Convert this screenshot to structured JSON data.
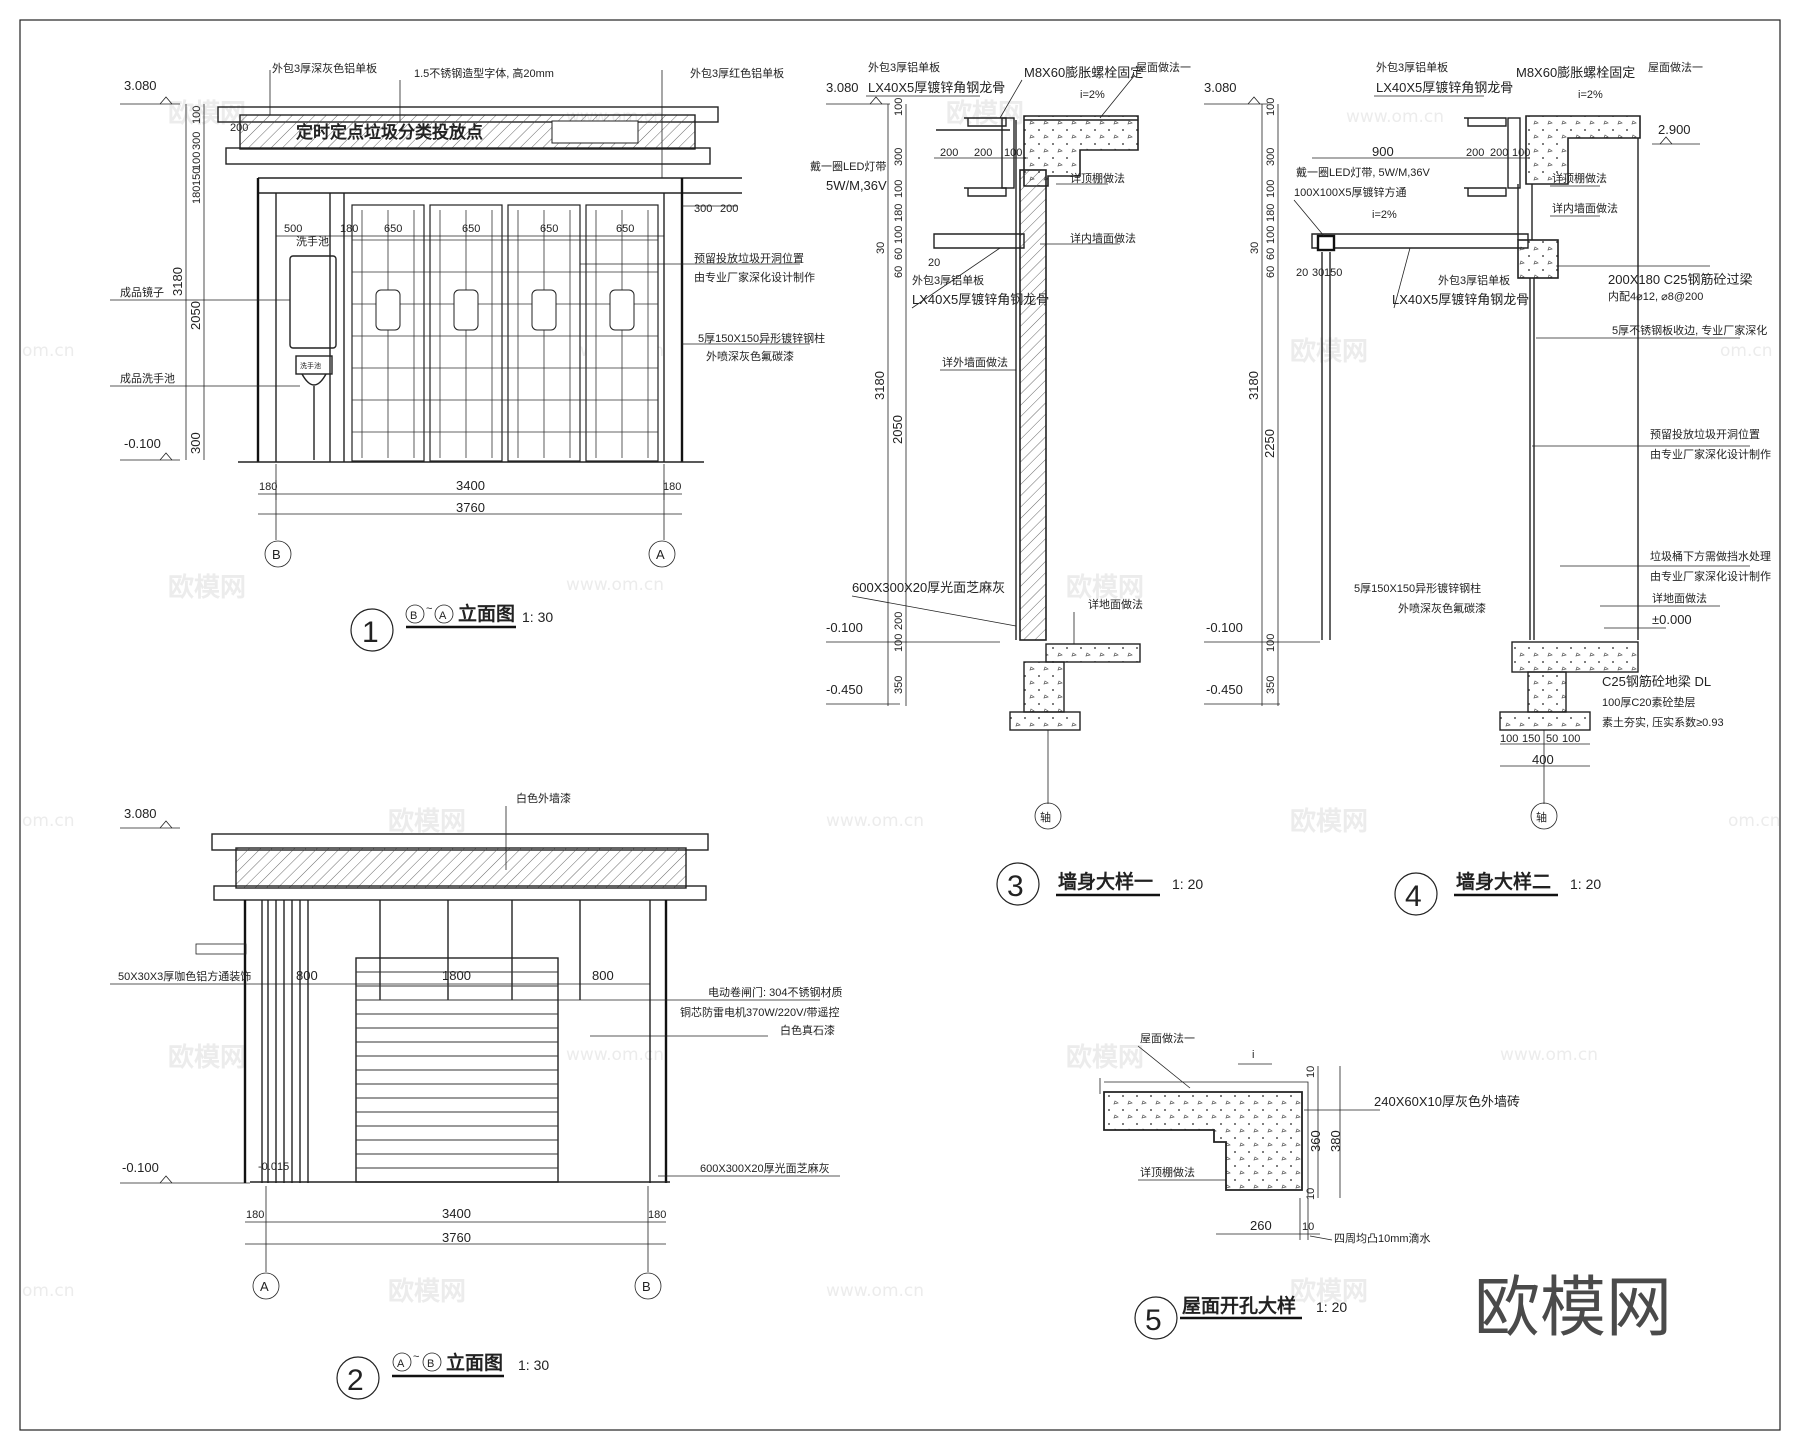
{
  "watermarks": {
    "brand": "欧模网",
    "url": "www.om.cn",
    "url_edge": "om.cn"
  },
  "brand_mark": "欧模网",
  "views": {
    "v1": {
      "number": "1",
      "title": "B~A立面图",
      "grid_from": "B",
      "grid_to": "A",
      "title_text": "立面图",
      "scale": "1: 30",
      "sign": "定时定点垃圾分类投放点",
      "notes": {
        "top_left": "外包3厚深灰色铝单板",
        "top_mid": "1.5不锈钢造型字体, 高20mm",
        "top_right": "外包3厚红色铝单板",
        "mirror": "成品镜子",
        "basin": "成品洗手池",
        "wash_label": "洗手池",
        "door_note_1": "预留投放垃圾开洞位置",
        "door_note_2": "由专业厂家深化设计制作",
        "steel_1": "5厚150X150异形镀锌钢柱",
        "steel_2": "外喷深灰色氟碳漆"
      },
      "levels": {
        "top": "3.080",
        "bottom": "-0.100"
      },
      "dims": {
        "left": [
          "100",
          "300",
          "100",
          "150",
          "180"
        ],
        "total_h": "3180",
        "door_h": "2050",
        "base_h": "300",
        "top_w": "200",
        "right_w": [
          "300",
          "200"
        ],
        "inner": [
          "500",
          "180",
          "650",
          "650",
          "650",
          "650"
        ],
        "bottom": [
          "180",
          "3400",
          "180"
        ],
        "overall": "3760"
      }
    },
    "v2": {
      "number": "2",
      "title": "A~B立面图",
      "grid_from": "A",
      "grid_to": "B",
      "title_text": "立面图",
      "scale": "1: 30",
      "notes": {
        "roof": "白色外墙漆",
        "tube": "50X30X3厚咖色铝方通装饰",
        "shutter_1": "电动卷闸门: 304不锈钢材质",
        "shutter_2": "铜芯防雷电机370W/220V/带遥控",
        "shutter_3": "白色真石漆",
        "tile": "600X300X20厚光面芝麻灰"
      },
      "levels": {
        "top": "3.080",
        "bottom": "-0.100",
        "mid": "-0.015"
      },
      "dims": {
        "upper": [
          "800",
          "1800",
          "800"
        ],
        "bottom": [
          "180",
          "3400",
          "180"
        ],
        "overall": "3760"
      }
    },
    "v3": {
      "number": "3",
      "title": "墙身大样一",
      "scale": "1: 20",
      "axis": "轴",
      "notes": {
        "n1": "外包3厚铝单板",
        "n2": "LX40X5厚镀锌角钢龙骨",
        "n3": "M8X60膨胀螺栓固定",
        "n4": "屋面做法一",
        "n5": "戴一圈LED灯带",
        "n6": "5W/M,36V",
        "n7": "详顶棚做法",
        "n8": "详内墙面做法",
        "n9": "外包3厚铝单板",
        "n10": "LX40X5厚镀锌角钢龙骨",
        "n11": "详外墙面做法",
        "n12": "600X300X20厚光面芝麻灰",
        "n13": "详地面做法",
        "slope": "i=2%"
      },
      "levels": {
        "top": "3.080",
        "l1": "-0.100",
        "l2": "-0.450"
      },
      "dims": {
        "v": [
          "100",
          "300",
          "100",
          "180",
          "100",
          "3180",
          "2050",
          "200",
          "100",
          "350"
        ],
        "h": [
          "200",
          "200",
          "100",
          "20"
        ],
        "small": [
          "30",
          "60",
          "60"
        ]
      }
    },
    "v4": {
      "number": "4",
      "title": "墙身大样二",
      "scale": "1: 20",
      "axis": "轴",
      "notes": {
        "n1": "外包3厚铝单板",
        "n2": "LX40X5厚镀锌角钢龙骨",
        "n3": "M8X60膨胀螺栓固定",
        "n4": "屋面做法一",
        "n5": "戴一圈LED灯带, 5W/M,36V",
        "n6": "100X100X5厚镀锌方通",
        "n7": "详顶棚做法",
        "n8": "详内墙面做法",
        "n9": "200X180 C25钢筋砼过梁",
        "n10": "内配4⌀12, ⌀8@200",
        "n11": "外包3厚铝单板",
        "n12": "LX40X5厚镀锌角钢龙骨",
        "n13": "5厚不锈钢板收边, 专业厂家深化",
        "n14": "预留投放垃圾开洞位置",
        "n15": "由专业厂家深化设计制作",
        "n16": "5厚150X150异形镀锌钢柱",
        "n17": "外喷深灰色氟碳漆",
        "n18": "垃圾桶下方需做挡水处理",
        "n19": "由专业厂家深化设计制作",
        "n20": "详地面做法",
        "n21": "C25钢筋砼地梁 DL",
        "n22": "100厚C20素砼垫层",
        "n23": "素土夯实, 压实系数≥0.93",
        "slope": "i=2%"
      },
      "levels": {
        "top": "3.080",
        "right": "2.900",
        "zero": "±0.000",
        "l1": "-0.100",
        "l2": "-0.450"
      },
      "dims": {
        "v": [
          "100",
          "300",
          "100",
          "180",
          "100",
          "3180",
          "2250",
          "100",
          "350"
        ],
        "h": [
          "900",
          "200",
          "200",
          "100"
        ],
        "small": [
          "30",
          "60",
          "60"
        ],
        "small_h": [
          "20",
          "30",
          "150"
        ],
        "base": [
          "100",
          "150",
          "50",
          "100"
        ],
        "base_total": "400"
      }
    },
    "v5": {
      "number": "5",
      "title": "屋面开孔大样",
      "scale": "1: 20",
      "notes": {
        "roof": "屋面做法一",
        "tile": "240X60X10厚灰色外墙砖",
        "ceiling": "详顶棚做法",
        "drip": "四周均凸10mm滴水",
        "slope": "i"
      },
      "dims": {
        "v": [
          "10",
          "360",
          "380",
          "10"
        ],
        "h": [
          "260",
          "10"
        ]
      }
    }
  }
}
